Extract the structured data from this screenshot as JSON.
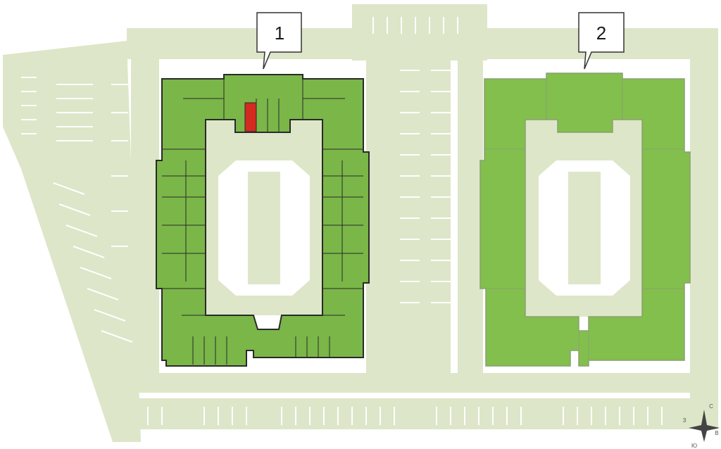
{
  "buildings": [
    {
      "label": "1",
      "state": "selected"
    },
    {
      "label": "2",
      "state": "inactive"
    }
  ],
  "selected_unit": {
    "building": "1",
    "color": "#d42a20"
  },
  "compass": {
    "north": "С",
    "east": "В",
    "south": "Ю",
    "west": "З"
  },
  "colors": {
    "ground": "#dde6c8",
    "building_active": "#7ab648",
    "building_inactive": "#82bf4d",
    "selected_unit": "#d42a20",
    "outline": "#2a2a2a"
  }
}
